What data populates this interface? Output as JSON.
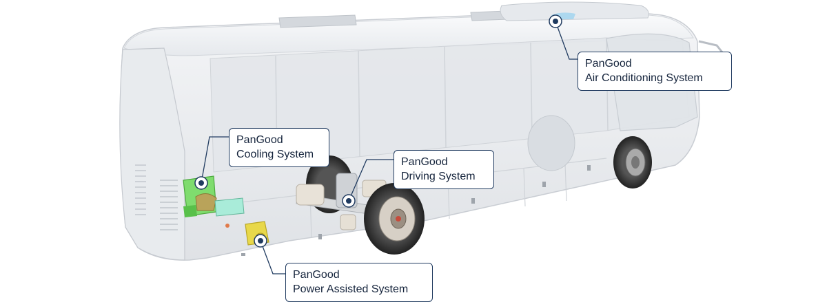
{
  "callouts": {
    "air_conditioning": {
      "brand": "PanGood",
      "system": "Air Conditioning System"
    },
    "cooling": {
      "brand": "PanGood",
      "system": "Cooling System"
    },
    "driving": {
      "brand": "PanGood",
      "system": "Driving System"
    },
    "power_assisted": {
      "brand": "PanGood",
      "system": "Power Assisted System"
    }
  },
  "colors": {
    "callout_border": "#1f3a5f",
    "callout_text": "#14233b",
    "cooling_component": "#7fdc6e",
    "power_component": "#e8d84a",
    "bus_body": "#eceef1",
    "tire": "#2d2d2d"
  }
}
